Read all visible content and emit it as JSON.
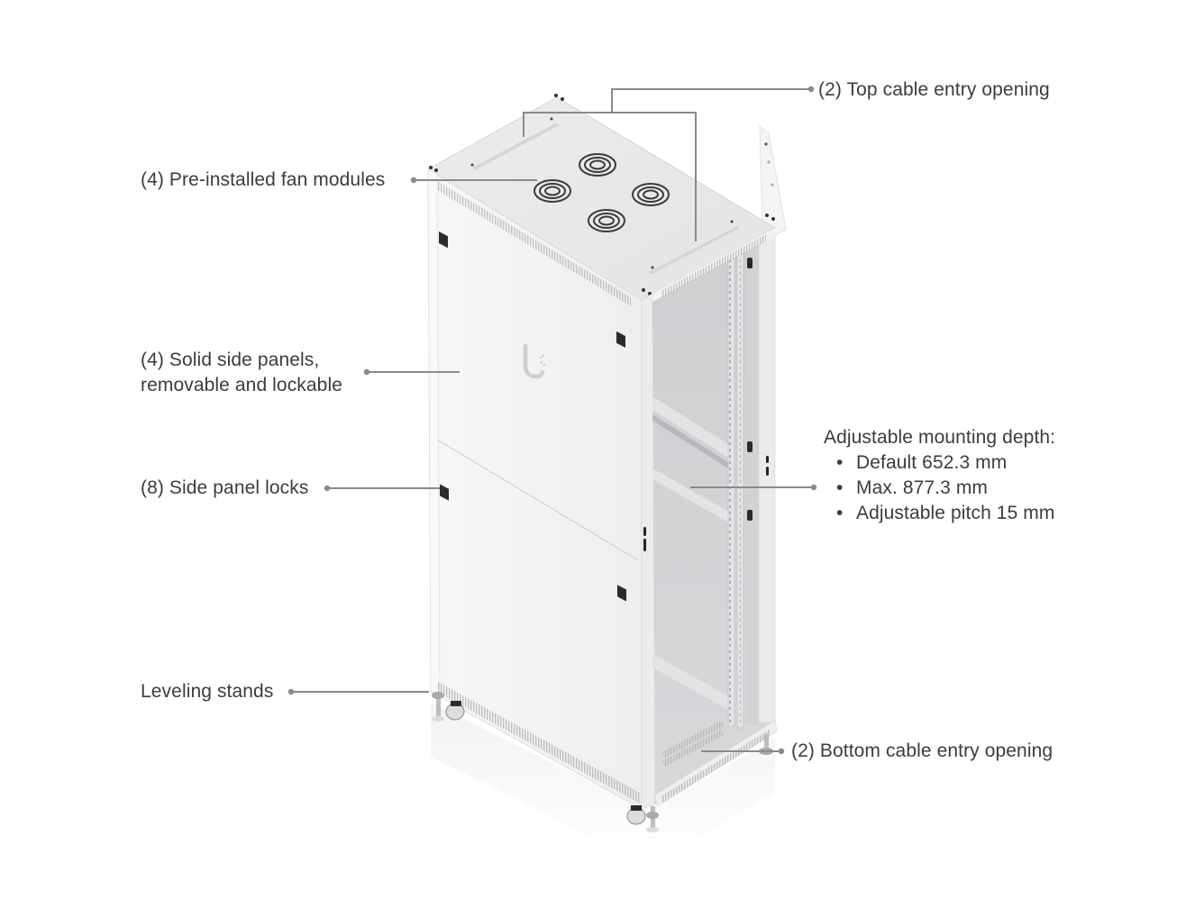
{
  "product": {
    "description": "White server rack cabinet with open front, fan modules on top and leveling stands",
    "logo": "ubiquiti-u-logo"
  },
  "callouts": {
    "top_cable": {
      "label": "(2) Top cable entry opening"
    },
    "fans": {
      "label": "(4) Pre-installed fan modules"
    },
    "side_panels": {
      "line1": "(4) Solid side panels,",
      "line2": "removable and lockable"
    },
    "panel_locks": {
      "label": "(8) Side panel locks"
    },
    "mounting_depth": {
      "title": "Adjustable mounting depth:",
      "items": [
        "Default 652.3 mm",
        "Max. 877.3 mm",
        "Adjustable pitch 15 mm"
      ]
    },
    "leveling": {
      "label": "Leveling stands"
    },
    "bottom_cable": {
      "label": "(2) Bottom cable entry opening"
    }
  },
  "colors": {
    "text": "#3c3c3c",
    "leader_line": "#8a8a8a",
    "cabinet_white": "#f2f2f3",
    "cabinet_shade": "#dcdcdf",
    "interior": "#c9c9cc"
  }
}
